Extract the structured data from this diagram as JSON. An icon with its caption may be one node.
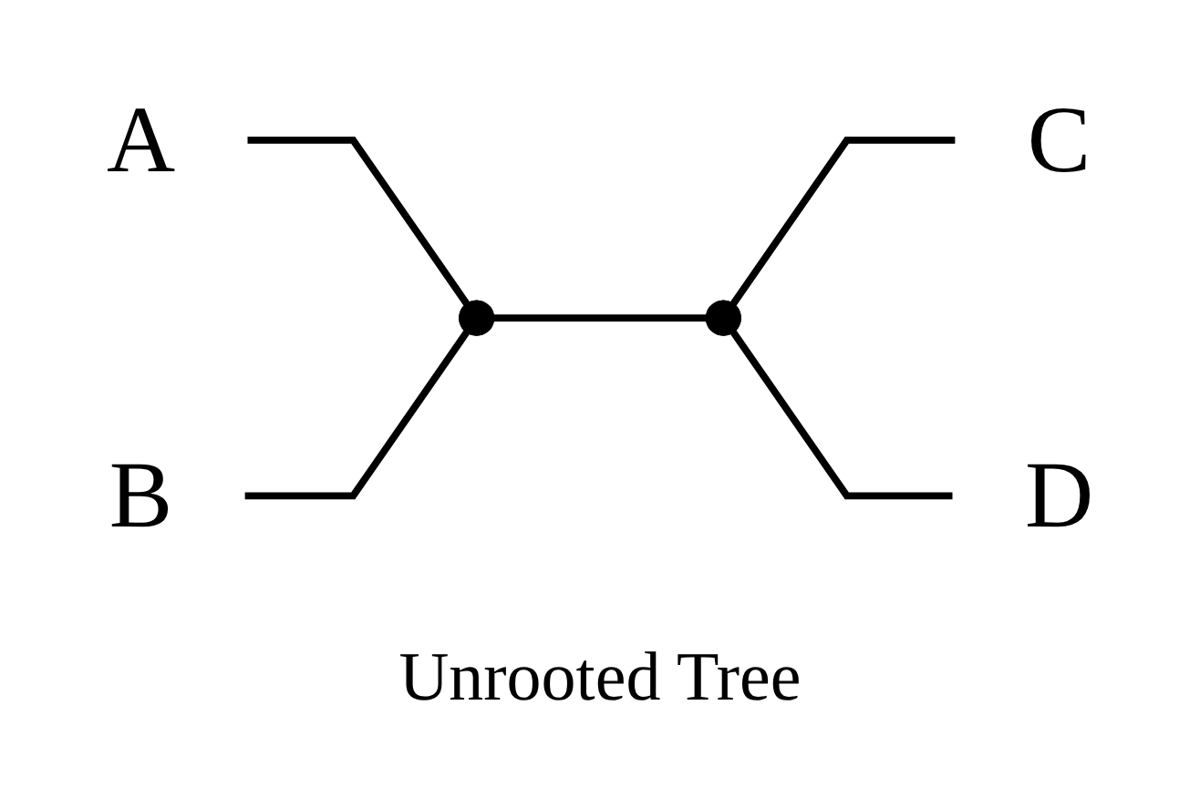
{
  "diagram": {
    "caption": "Unrooted Tree",
    "nodes": [
      {
        "text": [
          "A"
        ]
      },
      {
        "text": [
          "B"
        ]
      },
      {
        "text": [],
        "shape": "point"
      },
      {
        "text": [],
        "shape": "point"
      },
      {
        "text": [
          "C"
        ]
      },
      {
        "text": [
          "D"
        ]
      }
    ],
    "edges": [
      {
        "from": 0,
        "to": 2,
        "arrow": "none"
      },
      {
        "from": 1,
        "to": 2,
        "arrow": "none"
      },
      {
        "from": 2,
        "to": 3,
        "arrow": "none"
      },
      {
        "from": 3,
        "to": 4,
        "arrow": "none"
      },
      {
        "from": 3,
        "to": 5,
        "arrow": "none"
      }
    ]
  }
}
